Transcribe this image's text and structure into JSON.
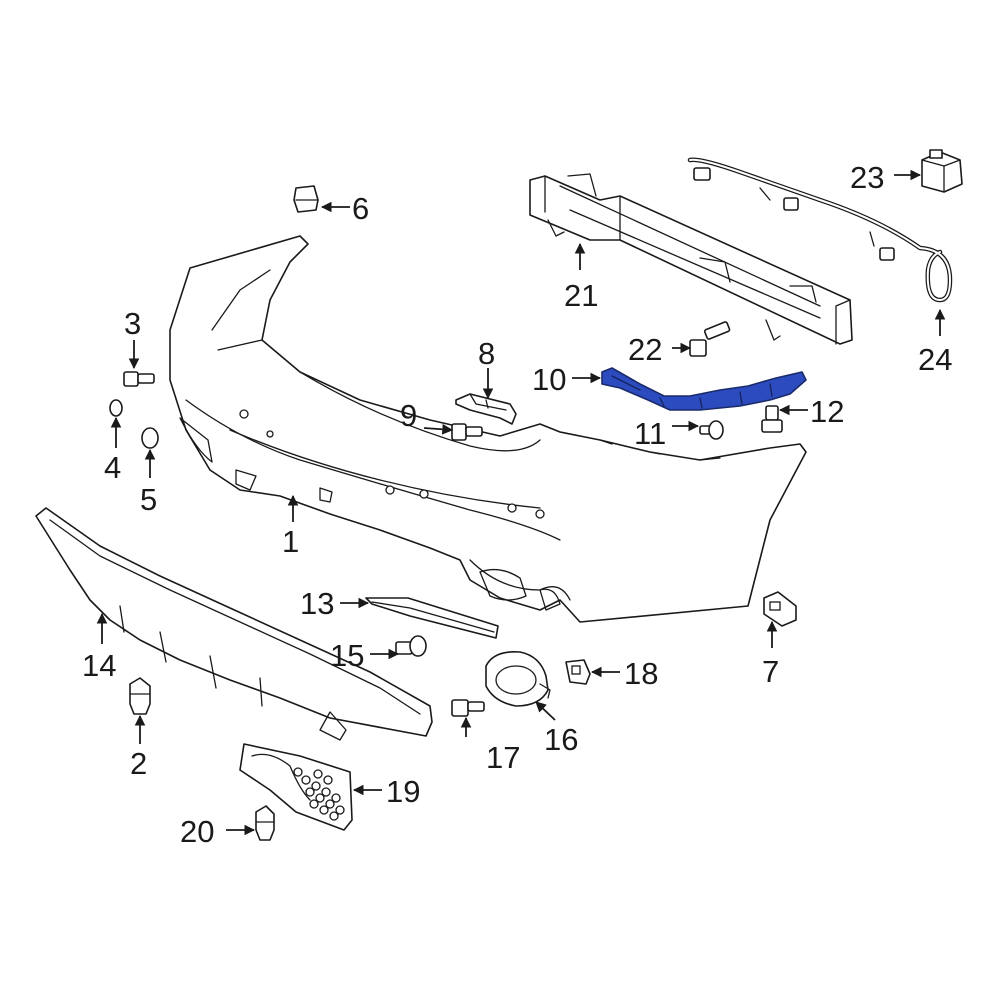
{
  "highlight_color": "#2b4bbf",
  "callouts": {
    "c1": "1",
    "c2": "2",
    "c3": "3",
    "c4": "4",
    "c5": "5",
    "c6": "6",
    "c7": "7",
    "c8": "8",
    "c9": "9",
    "c10": "10",
    "c11": "11",
    "c12": "12",
    "c13": "13",
    "c14": "14",
    "c15": "15",
    "c16": "16",
    "c17": "17",
    "c18": "18",
    "c19": "19",
    "c20": "20",
    "c21": "21",
    "c22": "22",
    "c23": "23",
    "c24": "24"
  },
  "highlighted_part": "10"
}
